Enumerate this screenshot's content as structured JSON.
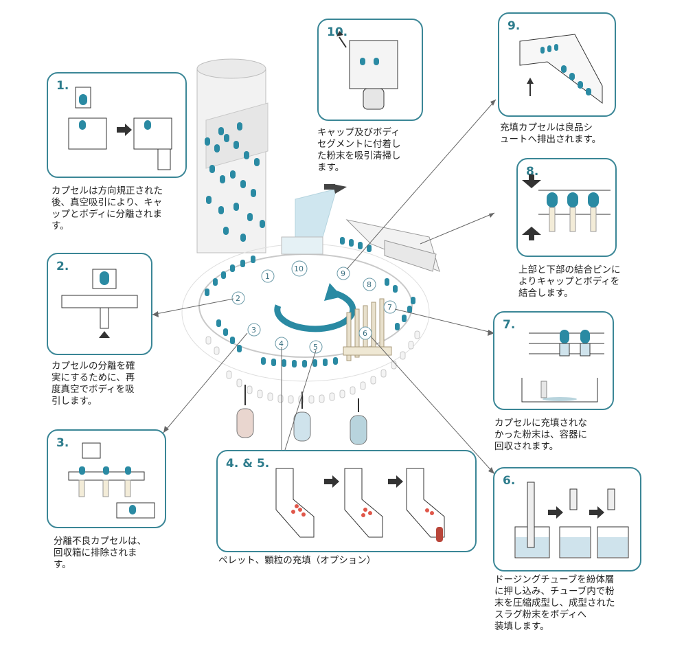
{
  "colors": {
    "teal": "#2a8aa3",
    "panel_border": "#3a8696",
    "arrow": "#444444",
    "pellet": "#e0574a"
  },
  "panels": [
    {
      "num": "1.",
      "caption": "カプセルは方向規正された\n後、真空吸引により、キャ\nップとボディに分離されま\nす。"
    },
    {
      "num": "2.",
      "caption": "カプセルの分離を確\n実にするために、再\n度真空でボディを吸\n引します。"
    },
    {
      "num": "3.",
      "caption": "分離不良カプセルは、\n回収箱に排除されま\nす。"
    },
    {
      "num": "4. & 5.",
      "caption": "ペレット、顆粒の充填（オプション）"
    },
    {
      "num": "6.",
      "caption": "ドージングチューブを紛体層\nに押し込み、チューブ内で粉\n末を圧縮成型し、成型された\nスラグ粉末をボディへ\n装填します。"
    },
    {
      "num": "7.",
      "caption": "カプセルに充填されな\nかった粉末は、容器に\n回収されます。"
    },
    {
      "num": "8.",
      "caption": "上部と下部の結合ピンに\nよりキャップとボディを\n結合します。"
    },
    {
      "num": "9.",
      "caption": "充填カプセルは良品シ\nュートへ排出されます。"
    },
    {
      "num": "10.",
      "caption": "キャップ及びボディ\nセグメントに付着し\nた粉末を吸引清掃し\nます。"
    }
  ],
  "wheel_stations": [
    "1",
    "2",
    "3",
    "4",
    "5",
    "6",
    "7",
    "8",
    "9",
    "10"
  ]
}
